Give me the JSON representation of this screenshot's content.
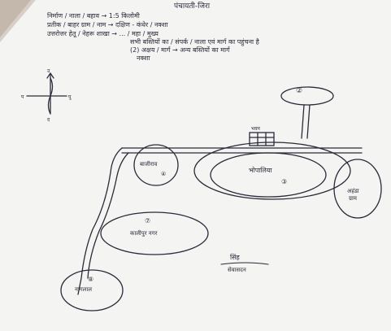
{
  "header": {
    "title": "पंचायती-जिरा",
    "lines": [
      "निर्माण / नाला / बहाव → 1:5 किलोमी",
      "प्रतीक / बाहर ग्राम / नाम → दक्षिण - कंधेर / नक्शा",
      "उत्तरोत्तर हेतू / नेहरू शाखा → ... / महा / मुख्य",
      "सभी बस्तियों का / संपर्क / नाला एवं मार्ग का पहुंचना है",
      "(2) अक्षय / मार्ग → अन्य बस्तियों का मार्ग",
      "नक्शा"
    ]
  },
  "map": {
    "compass": {
      "north": "उ",
      "east": "पू",
      "west": "प",
      "south": "द"
    },
    "places": [
      {
        "id": "top-settlement",
        "label": "②",
        "sublabel": ""
      },
      {
        "id": "center-hamlet",
        "label": "भोपालिया",
        "sublabel": "③"
      },
      {
        "id": "left-hamlet",
        "label": "बाजीराव",
        "sublabel": "④"
      },
      {
        "id": "right-hamlet",
        "label": "अहंडा",
        "sublabel": "ग्राम"
      },
      {
        "id": "mid-left-hamlet",
        "label": "⑦",
        "sublabel": "कालीपुर नगर"
      },
      {
        "id": "bottom-hamlet",
        "label": "⑧",
        "sublabel": "नागलाल"
      }
    ],
    "building": "भवन",
    "signature": {
      "top": "सिंह",
      "bottom": "सेवासदन"
    }
  },
  "colors": {
    "ink": "#2a2a3a",
    "paper": "#f4f4f2",
    "corner": "#d8d0c8"
  }
}
